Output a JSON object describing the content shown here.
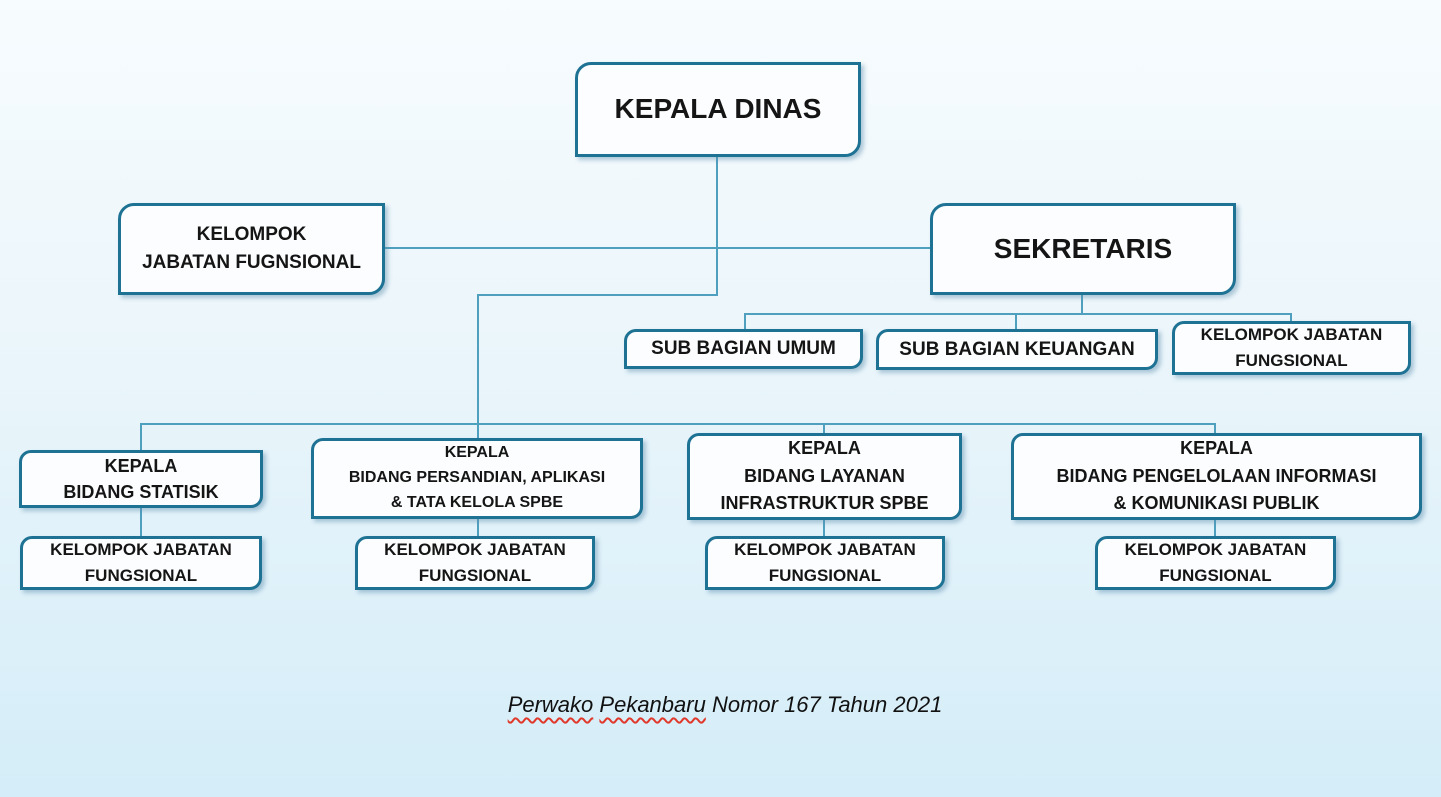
{
  "diagram": {
    "type": "org-chart",
    "caption": {
      "word1": "Perwako",
      "word2": "Pekanbaru",
      "rest": "Nomor 167 Tahun 2021",
      "spellcheck_words": [
        "Perwako",
        "Pekanbaru"
      ]
    },
    "nodes": {
      "kepala_dinas": {
        "label": "KEPALA DINAS"
      },
      "kelompok_jabatan_kiri": {
        "label": "KELOMPOK\nJABATAN FUGNSIONAL"
      },
      "sekretaris": {
        "label": "SEKRETARIS"
      },
      "sub_bagian_umum": {
        "label": "SUB BAGIAN UMUM"
      },
      "sub_bagian_keuangan": {
        "label": "SUB BAGIAN KEUANGAN"
      },
      "kelompok_jabatan_sekretariat": {
        "label": "KELOMPOK JABATAN\nFUNGSIONAL"
      },
      "bidang_statisik": {
        "label": "KEPALA\nBIDANG STATISIK"
      },
      "kelompok_statisik": {
        "label": "KELOMPOK JABATAN\nFUNGSIONAL"
      },
      "bidang_persandian": {
        "label": "KEPALA\nBIDANG PERSANDIAN, APLIKASI\n& TATA KELOLA SPBE"
      },
      "kelompok_persandian": {
        "label": "KELOMPOK JABATAN\nFUNGSIONAL"
      },
      "bidang_layanan": {
        "label": "KEPALA\nBIDANG LAYANAN\nINFRASTRUKTUR SPBE"
      },
      "kelompok_layanan": {
        "label": "KELOMPOK JABATAN\nFUNGSIONAL"
      },
      "bidang_pengelolaan": {
        "label": "KEPALA\nBIDANG PENGELOLAAN INFORMASI\n& KOMUNIKASI PUBLIK"
      },
      "kelompok_pengelolaan": {
        "label": "KELOMPOK JABATAN\nFUNGSIONAL"
      }
    },
    "edges": [
      {
        "from": "kepala_dinas",
        "to": "kelompok_jabatan_kiri"
      },
      {
        "from": "kepala_dinas",
        "to": "sekretaris"
      },
      {
        "from": "sekretaris",
        "to": "sub_bagian_umum"
      },
      {
        "from": "sekretaris",
        "to": "sub_bagian_keuangan"
      },
      {
        "from": "sekretaris",
        "to": "kelompok_jabatan_sekretariat"
      },
      {
        "from": "kepala_dinas",
        "to": "bidang_statisik"
      },
      {
        "from": "kepala_dinas",
        "to": "bidang_persandian"
      },
      {
        "from": "kepala_dinas",
        "to": "bidang_layanan"
      },
      {
        "from": "kepala_dinas",
        "to": "bidang_pengelolaan"
      },
      {
        "from": "bidang_statisik",
        "to": "kelompok_statisik"
      },
      {
        "from": "bidang_persandian",
        "to": "kelompok_persandian"
      },
      {
        "from": "bidang_layanan",
        "to": "kelompok_layanan"
      },
      {
        "from": "bidang_pengelolaan",
        "to": "kelompok_pengelolaan"
      }
    ]
  },
  "colors": {
    "border": "#1e7293",
    "connector": "#4f9fbf",
    "background_top": "#f7fcfe",
    "background_bottom": "#d4edf8",
    "spellcheck": "#e0392c"
  }
}
